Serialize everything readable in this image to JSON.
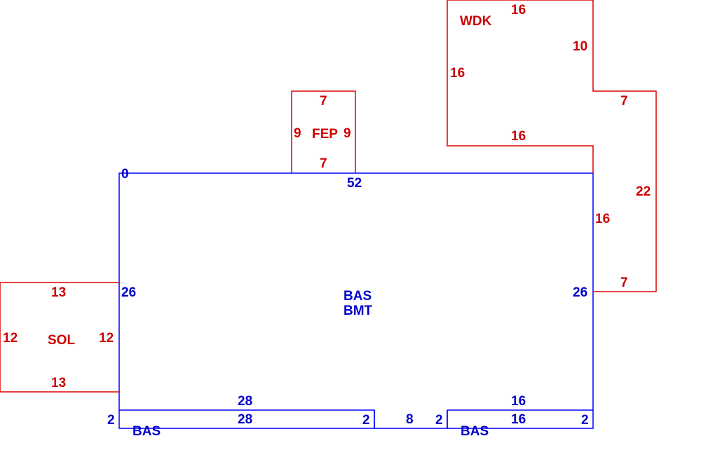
{
  "colors": {
    "main_structure": "#0000ff",
    "addition": "#dd0000",
    "main_text": "#0000cc",
    "addition_text": "#cc0000"
  },
  "areas": {
    "main": {
      "code1": "BAS",
      "code2": "BMT"
    },
    "left_strip": "BAS",
    "right_strip": "BAS",
    "sun_room": "SOL",
    "entry_porch": "FEP",
    "wood_deck": "WDK"
  },
  "dims": {
    "main_origin": "0",
    "main_top": "52",
    "main_left": "26",
    "main_right": "26",
    "main_bottom_left": "28",
    "main_bottom_right": "16",
    "strip_left_top": "28",
    "strip_left_left": "2",
    "strip_left_right": "2",
    "strip_gap": "8",
    "strip_right_left": "2",
    "strip_right_top": "16",
    "strip_right_right": "2",
    "sol_top": "13",
    "sol_bottom": "13",
    "sol_left": "12",
    "sol_right": "12",
    "fep_top": "7",
    "fep_bottom": "7",
    "fep_left": "9",
    "fep_right": "9",
    "wdk_top": "16",
    "wdk_right_upper": "10",
    "wdk_left": "16",
    "wdk_bottom": "16",
    "wdk_step_upper": "7",
    "wdk_right_outer": "22",
    "wdk_right_inner": "16",
    "wdk_step_lower": "7"
  }
}
